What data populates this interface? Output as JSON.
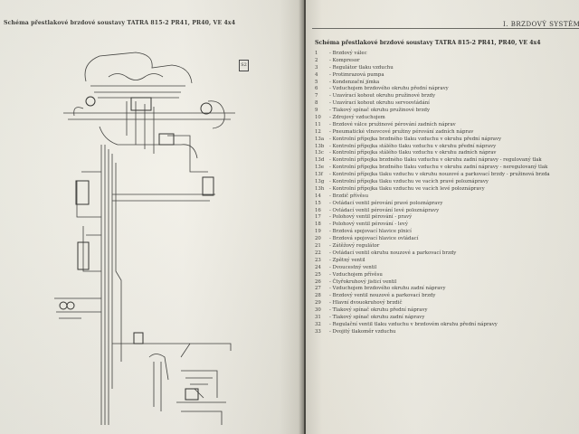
{
  "left_page": {
    "heading": "Schéma přestlakové brzdové soustavy TATRA 815-2 PR41, PR40, VE 4x4",
    "page_marker": "S2"
  },
  "right_page": {
    "section_title": "I.   BRZDOVÝ SYSTÉM",
    "heading": "Schéma přestlakové brzdové soustavy TATRA 815-2 PR41, PR40, VE 4x4",
    "legend": [
      {
        "num": "1",
        "text": "- Brzdový válec"
      },
      {
        "num": "2",
        "text": "- Kompresor"
      },
      {
        "num": "3",
        "text": "- Regulátor tlaku vzduchu"
      },
      {
        "num": "4",
        "text": "- Protimrazová pumpa"
      },
      {
        "num": "5",
        "text": "- Kondenzační jímka"
      },
      {
        "num": "6",
        "text": "- Vzduchojem brzdového okruhu přední nápravy"
      },
      {
        "num": "7",
        "text": "- Uzavírací kohout okruhu pružinové brzdy"
      },
      {
        "num": "8",
        "text": "- Uzavírací kohout okruhu servoovládání"
      },
      {
        "num": "9",
        "text": "- Tlakový spínač okruhu pružinové brzdy"
      },
      {
        "num": "10",
        "text": "- Zdrojový vzduchojem"
      },
      {
        "num": "11",
        "text": "- Brzdové válce pružinové pérování zadních náprav"
      },
      {
        "num": "12",
        "text": "- Pneumatické vlnovcové pružiny pérování zadních náprav"
      },
      {
        "num": "13a",
        "text": "- Kontrolní přípojka brzdného tlaku vzduchu v okruhu přední nápravy"
      },
      {
        "num": "13b",
        "text": "- Kontrolní přípojka stálého tlaku vzduchu v okruhu přední nápravy"
      },
      {
        "num": "13c",
        "text": "- Kontrolní přípojka stálého tlaku vzduchu v okruhu zadních náprav"
      },
      {
        "num": "13d",
        "text": "- Kontrolní přípojka brzdného tlaku vzduchu v okruhu zadní nápravy - regulovaný tlak"
      },
      {
        "num": "13e",
        "text": "- Kontrolní přípojka brzdného tlaku vzduchu v okruhu zadní nápravy - neregulovaný tlak"
      },
      {
        "num": "13f",
        "text": "- Kontrolní přípojka tlaku vzduchu v okruhu nouzové a parkovací brzdy - pružinová brzda"
      },
      {
        "num": "13g",
        "text": "- Kontrolní přípojka tlaku vzduchu ve vacích pravé poloznápravy"
      },
      {
        "num": "13h",
        "text": "- Kontrolní přípojka tlaku vzduchu ve vacích levé poloznápravy"
      },
      {
        "num": "14",
        "text": "- Brzdič přívěsu"
      },
      {
        "num": "15",
        "text": "- Ovládací ventil pérování pravé poloznápravy"
      },
      {
        "num": "16",
        "text": "- Ovládací ventil pérování levé poloznápravy"
      },
      {
        "num": "17",
        "text": "- Polohový ventil pérování - pravý"
      },
      {
        "num": "18",
        "text": "- Polohový ventil pérování - levý"
      },
      {
        "num": "19",
        "text": "- Brzdová spojovací hlavice plnicí"
      },
      {
        "num": "20",
        "text": "- Brzdová spojovací hlavice ovládací"
      },
      {
        "num": "21",
        "text": "- Zátěžový regulátor"
      },
      {
        "num": "22",
        "text": "- Ovládací ventil okruhu nouzové a parkovací brzdy"
      },
      {
        "num": "23",
        "text": "- Zpětný ventil"
      },
      {
        "num": "24",
        "text": "- Dvoucestný ventil"
      },
      {
        "num": "25",
        "text": "- Vzduchojem přívěsu"
      },
      {
        "num": "26",
        "text": "- Čtyřokruhový jisticí ventil"
      },
      {
        "num": "27",
        "text": "- Vzduchojem brzdového okruhu zadní nápravy"
      },
      {
        "num": "28",
        "text": "- Brzdový ventil nouzové a parkovací brzdy"
      },
      {
        "num": "29",
        "text": "- Hlavní dvouokruhový brzdič"
      },
      {
        "num": "30",
        "text": "- Tlakový spínač okruhu přední nápravy"
      },
      {
        "num": "31",
        "text": "- Tlakový spínač okruhu zadní nápravy"
      },
      {
        "num": "32",
        "text": "- Regulační ventil tlaku vzduchu v brzdovém okruhu přední nápravy"
      },
      {
        "num": "33",
        "text": "- Dvojitý tlakoměr vzduchu"
      }
    ]
  },
  "colors": {
    "paper": "#f1efe6",
    "ink": "#3b3b37",
    "background": "#3a3a38"
  }
}
